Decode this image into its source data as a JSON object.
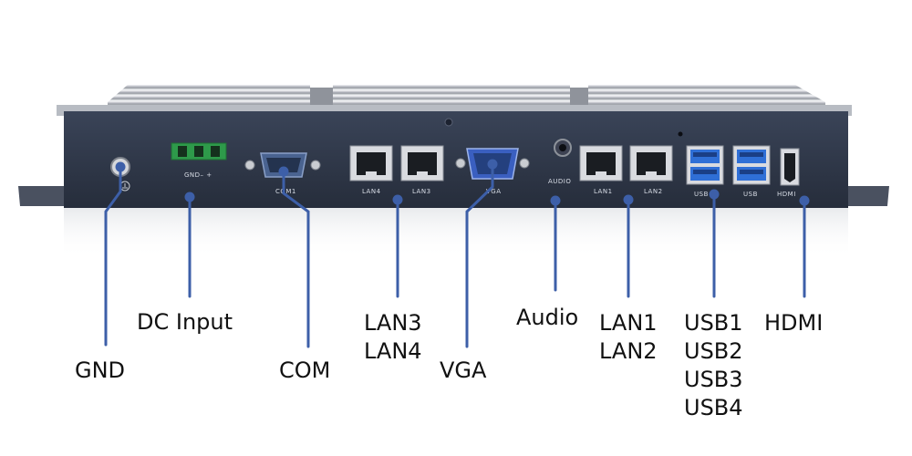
{
  "device": {
    "panel_labels": {
      "gnd_power": "GND– +",
      "com1": "COM1",
      "lan4": "LAN4",
      "lan3": "LAN3",
      "vga": "VGA",
      "audio": "AUDIO",
      "lan1": "LAN1",
      "lan2": "LAN2",
      "usb_left": "USB",
      "usb_right": "USB",
      "hdmi": "HDMI"
    }
  },
  "callouts": {
    "gnd": "GND",
    "dc_input": "DC Input",
    "com": "COM",
    "lan_34": [
      "LAN3",
      "LAN4"
    ],
    "vga": "VGA",
    "audio": "Audio",
    "lan_12": [
      "LAN1",
      "LAN2"
    ],
    "usb": [
      "USB1",
      "USB2",
      "USB3",
      "USB4"
    ],
    "hdmi": "HDMI"
  },
  "colors": {
    "panel": "#2c3445",
    "leader": "#3d5fa8",
    "vga_port": "#3a5fc0",
    "usb_port": "#2f6fd6",
    "terminal": "#2e9a4a"
  }
}
